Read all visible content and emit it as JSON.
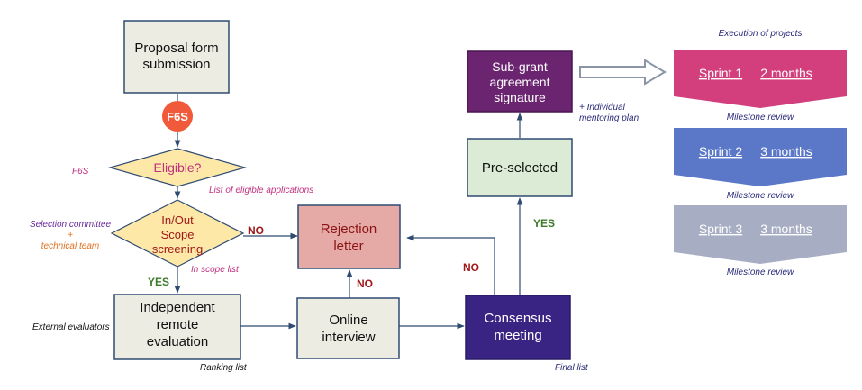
{
  "boxes": {
    "proposal": [
      "Proposal form",
      "submission"
    ],
    "eligible": "Eligible?",
    "scope": [
      "In/Out",
      "Scope",
      "screening"
    ],
    "independent": [
      "Independent",
      "remote",
      "evaluation"
    ],
    "interview": [
      "Online",
      "interview"
    ],
    "rejection": [
      "Rejection",
      "letter"
    ],
    "consensus": [
      "Consensus",
      "meeting"
    ],
    "preselected": "Pre-selected",
    "subgrant": [
      "Sub-grant",
      "agreement",
      "signature"
    ]
  },
  "logo": "F6S",
  "annotations": {
    "f6s": "F6S",
    "eligible_list": "List of eligible applications",
    "selection_committee": "Selection committee",
    "plus": "+",
    "technical_team": "technical team",
    "in_scope_list": "In scope list",
    "external_evaluators": "External evaluators",
    "ranking_list": "Ranking list",
    "final_list": "Final list",
    "mentoring": [
      "+ Individual",
      "mentoring plan"
    ],
    "execution": "Execution of projects"
  },
  "decisions": {
    "no_scope": "NO",
    "yes_scope": "YES",
    "no_interview": "NO",
    "no_consensus": "NO",
    "yes_consensus": "YES"
  },
  "sprints": [
    {
      "label": "Sprint 1",
      "duration": "2 months",
      "color": "#d23f7c",
      "review": "Milestone review"
    },
    {
      "label": "Sprint 2",
      "duration": "3 months",
      "color": "#5b78c8",
      "review": "Milestone review"
    },
    {
      "label": "Sprint 3",
      "duration": "3 months",
      "color": "#a7aec4",
      "review": "Milestone review"
    }
  ],
  "colors": {
    "beige_box": "#ecece2",
    "diamond": "#fde8a8",
    "rejection": "#e5aaa6",
    "consensus": "#3a2483",
    "preselected": "#dcebd6",
    "subgrant": "#6b2570",
    "arrow": "#2f4b72",
    "no": "#a01818",
    "yes": "#3d7a2a",
    "magenta_text": "#c2307e",
    "purple_text": "#6a2a9a",
    "orange_text": "#e07020",
    "navy_text": "#2a2a7a"
  }
}
